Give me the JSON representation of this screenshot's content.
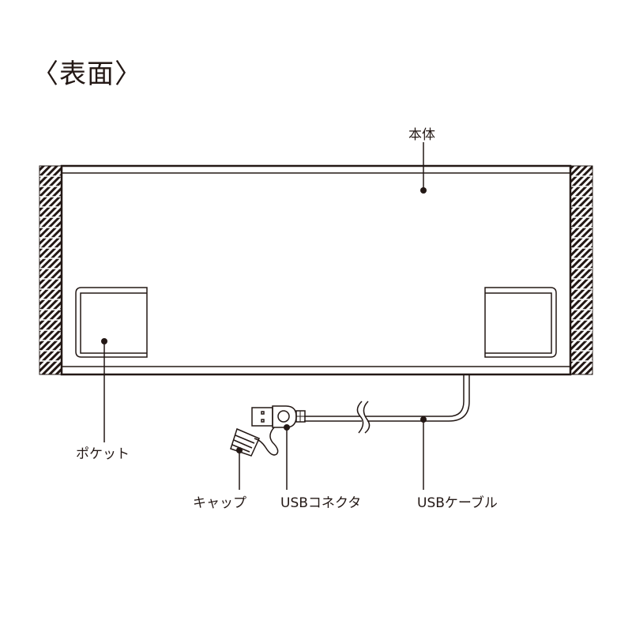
{
  "title": "〈表面〉",
  "labels": {
    "body": "本体",
    "pocket": "ポケット",
    "cap": "キャップ",
    "usb_connector": "USBコネクタ",
    "usb_cable": "USBケーブル"
  },
  "colors": {
    "line": "#231815",
    "background": "#ffffff"
  }
}
